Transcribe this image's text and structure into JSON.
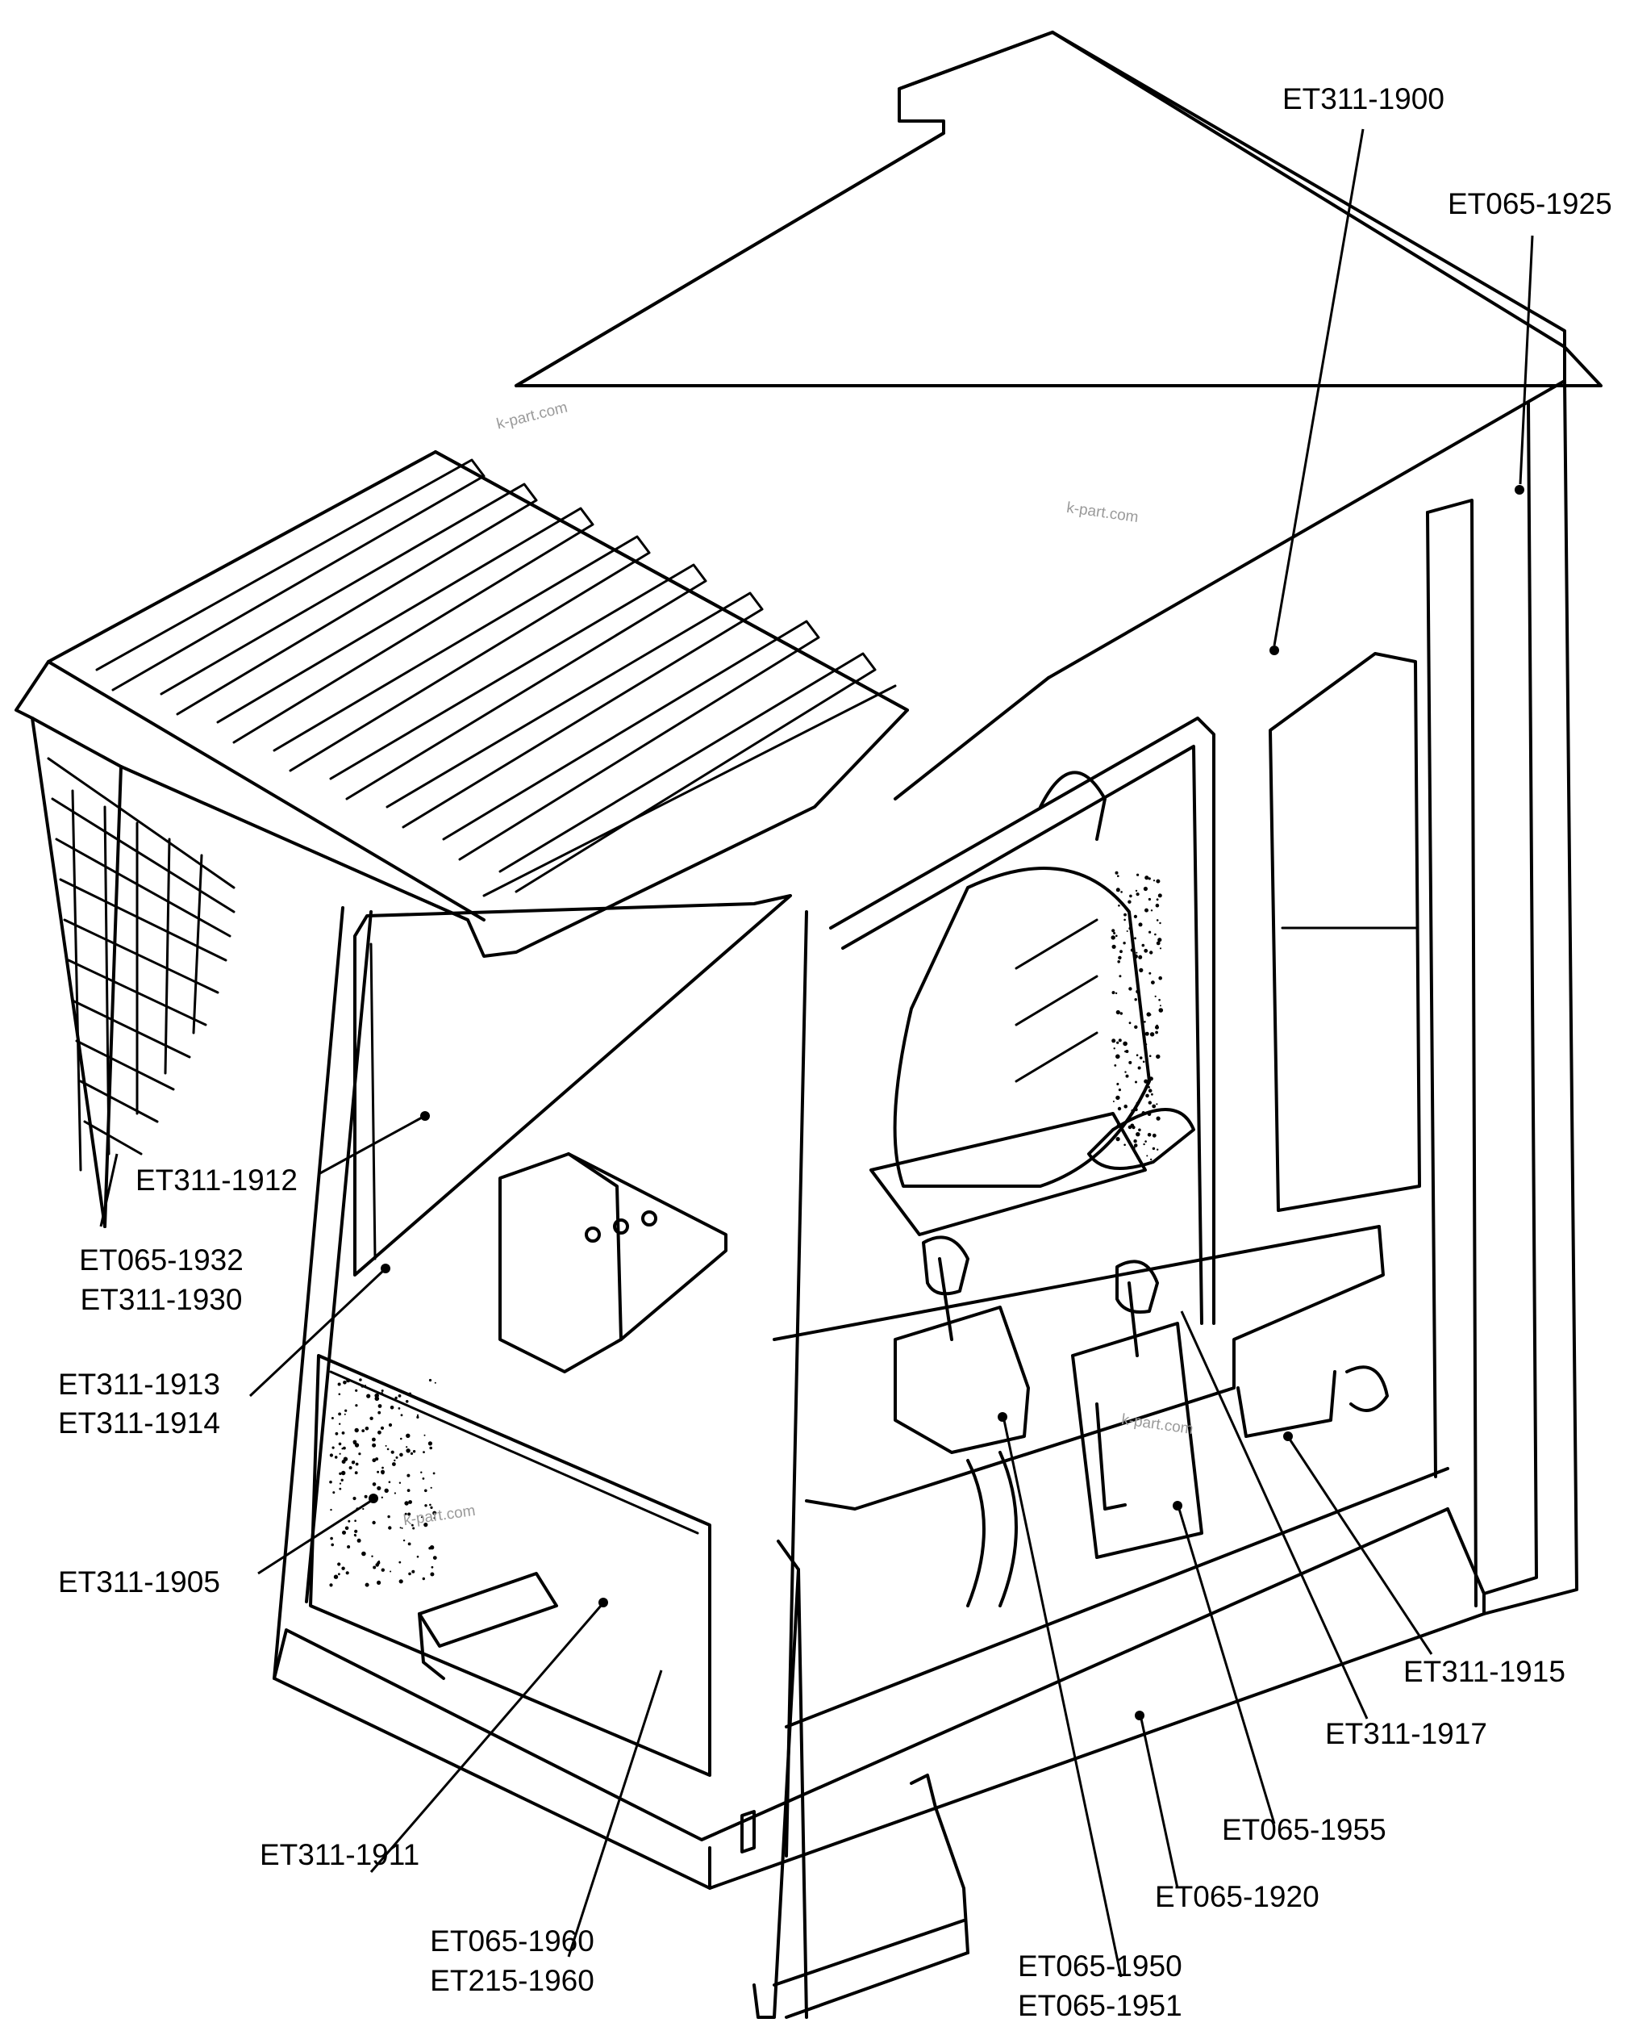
{
  "labels": {
    "et311_1900": "ET311-1900",
    "et065_1925": "ET065-1925",
    "et311_1912": "ET311-1912",
    "et065_1932": "ET065-1932",
    "et311_1930": "ET311-1930",
    "et311_1913": "ET311-1913",
    "et311_1914": "ET311-1914",
    "et311_1905": "ET311-1905",
    "et311_1911": "ET311-1911",
    "et065_1960": "ET065-1960",
    "et215_1960": "ET215-1960",
    "et065_1950": "ET065-1950",
    "et065_1951": "ET065-1951",
    "et065_1920": "ET065-1920",
    "et065_1955": "ET065-1955",
    "et311_1917": "ET311-1917",
    "et311_1915": "ET311-1915"
  },
  "watermark": "k-part.com"
}
